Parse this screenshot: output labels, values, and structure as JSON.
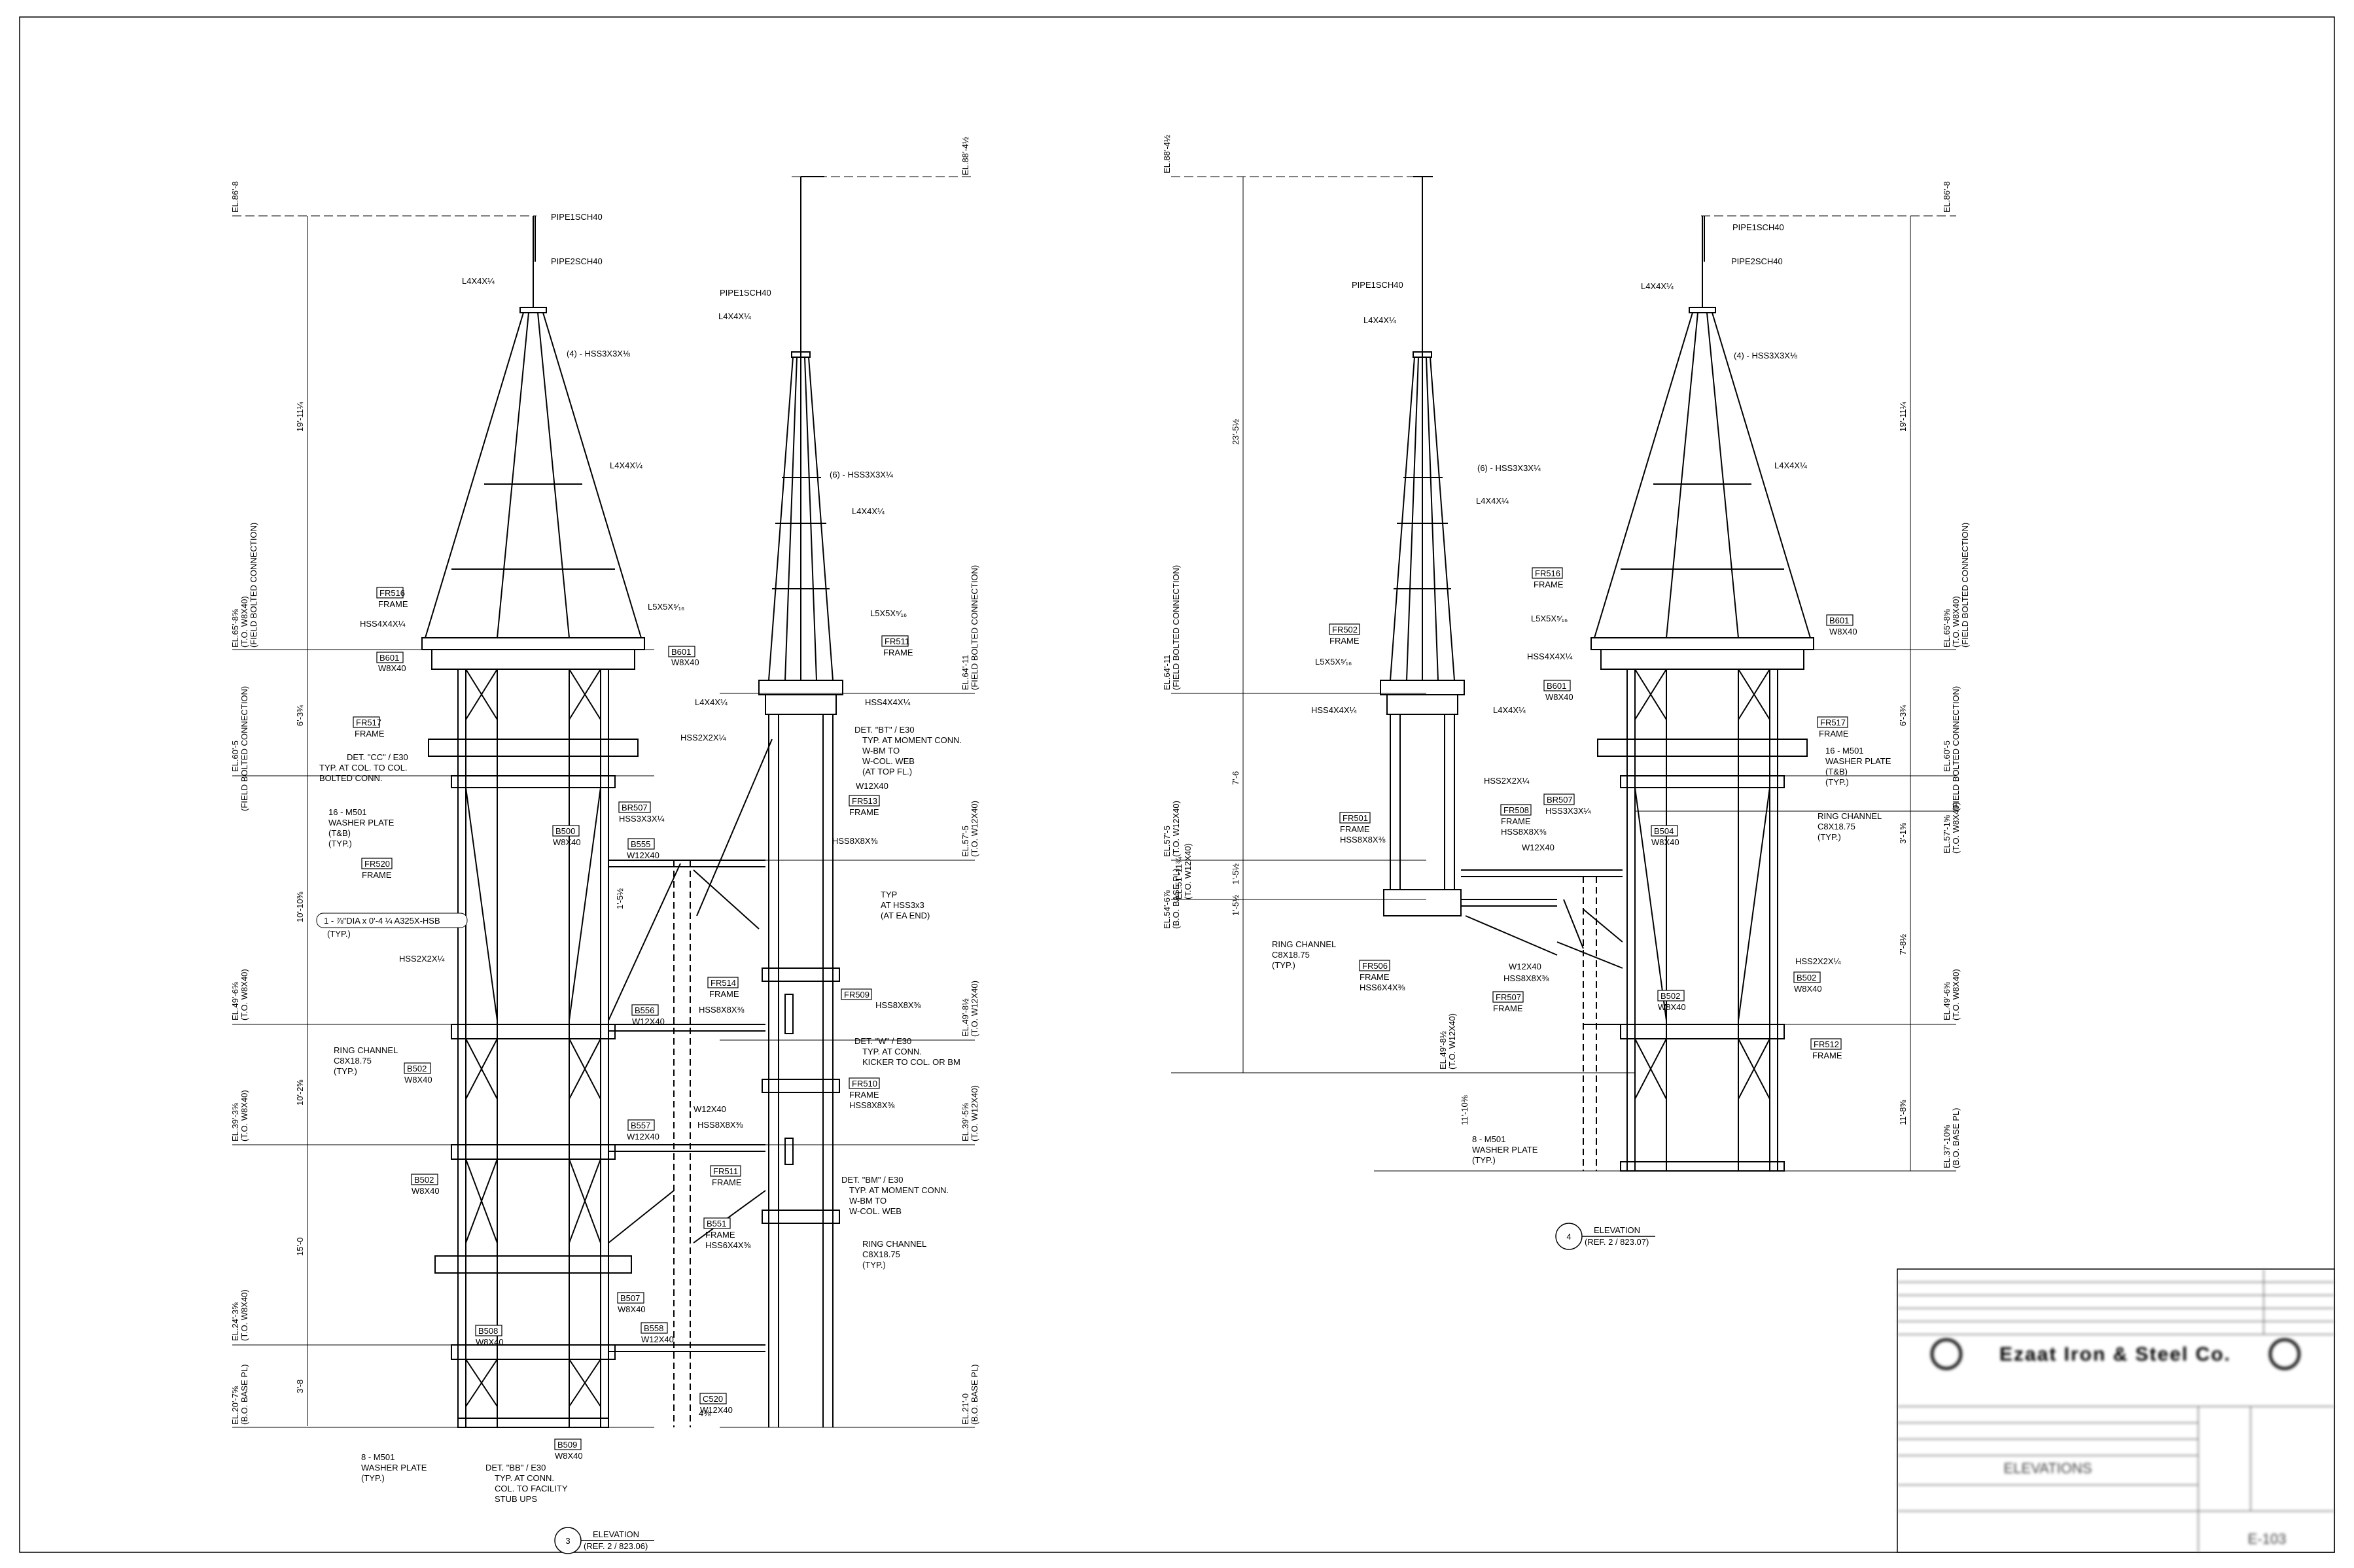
{
  "drawing": {
    "elevation3": {
      "number": "3",
      "title": "ELEVATION",
      "ref": "(REF. 2 / 823.06)",
      "elevations": [
        {
          "text": "EL.86'-8"
        },
        {
          "text": "EL.65'-8⅝",
          "sub": "(T.O. W8X40)",
          "sub2": "(FIELD BOLTED CONNECTION)"
        },
        {
          "text": "EL.60'-5",
          "sub": "(FIELD BOLTED CONNECTION)"
        },
        {
          "text": "EL.49'-6⅝",
          "sub": "(T.O. W8X40)"
        },
        {
          "text": "EL.39'-3⅝",
          "sub": "(T.O. W8X40)"
        },
        {
          "text": "EL.24'-3⅝",
          "sub": "(T.O. W8X40)"
        },
        {
          "text": "EL.20'-7⅝",
          "sub": "(B.O. BASE PL)"
        }
      ],
      "right_elevations": [
        {
          "text": "EL.88'-4½"
        },
        {
          "text": "EL.64'-11",
          "sub": "(FIELD BOLTED CONNECTION)"
        },
        {
          "text": "EL.57'-5",
          "sub": "(T.O. W12X40)"
        },
        {
          "text": "EL.49'-8½",
          "sub": "(T.O. W12X40)"
        },
        {
          "text": "EL.39'-5⅝",
          "sub": "(T.O. W12X40)"
        },
        {
          "text": "EL.21'-0",
          "sub": "(B.O. BASE PL)"
        }
      ],
      "dims": [
        "19'-11¼",
        "6'-3¾",
        "10'-10⅜",
        "10'-2⅝",
        "15'-0",
        "3'-8",
        "1'-5½",
        "4⅜"
      ],
      "labels": [
        "PIPE1SCH40",
        "PIPE2SCH40",
        "L4X4X¼",
        "(4) - HSS3X3X⅛",
        "L4X4X¼",
        "L5X5X⁵⁄₁₆",
        "FR516",
        "FRAME",
        "HSS4X4X¼",
        "B601",
        "W8X40",
        "B601",
        "W8X40",
        "FR517",
        "FRAME",
        "DET. \"CC\" / E30",
        "TYP. AT COL. TO COL.",
        "BOLTED CONN.",
        "16 - M501",
        "WASHER PLATE",
        "(T&B)",
        "(TYP.)",
        "FR520",
        "FRAME",
        "1 - ⅞\"DIA x 0'-4 ¼ A325X-HSB",
        "(TYP.)",
        "HSS2X2X¼",
        "RING CHANNEL",
        "C8X18.75",
        "(TYP.)",
        "B502",
        "W8X40",
        "B502",
        "W8X40",
        "8 - M501",
        "WASHER PLATE",
        "(TYP.)",
        "DET. \"BB\" / E30",
        "TYP. AT CONN.",
        "COL. TO FACILITY",
        "STUB UPS",
        "B500",
        "W8X40",
        "BR507",
        "HSS3X3X¼",
        "B555",
        "W12X40",
        "B556",
        "W12X40",
        "B557",
        "W12X40",
        "B558",
        "W12X40",
        "B507",
        "W8X40",
        "B508",
        "W8X40",
        "B509",
        "W8X40",
        "C520",
        "W12X40"
      ],
      "right_labels": [
        "PIPE1SCH40",
        "L4X4X¼",
        "(6) - HSS3X3X¼",
        "L4X4X¼",
        "L5X5X⁵⁄₁₆",
        "FR511",
        "FRAME",
        "L4X4X¼",
        "HSS4X4X¼",
        "HSS2X2X¼",
        "DET. \"BT\" / E30",
        "TYP. AT MOMENT CONN.",
        "W-BM TO",
        "W-COL. WEB",
        "(AT TOP FL.)",
        "W12X40",
        "FR513",
        "FRAME",
        "HSS8X8X⅜",
        "TYP",
        "AT HSS3x3",
        "(AT EA END)",
        "FR514",
        "FRAME",
        "HSS8X8X⅜",
        "FR509",
        "HSS8X8X⅜",
        "DET. \"W\" / E30",
        "TYP. AT CONN.",
        "KICKER TO COL. OR BM",
        "FR510",
        "FRAME",
        "HSS8X8X⅜",
        "W12X40",
        "HSS8X8X⅜",
        "FR511",
        "FRAME",
        "DET. \"BM\" / E30",
        "TYP. AT MOMENT CONN.",
        "W-BM TO",
        "W-COL. WEB",
        "B551",
        "FRAME",
        "HSS6X4X⅜",
        "RING CHANNEL",
        "C8X18.75",
        "(TYP.)"
      ]
    },
    "elevation4": {
      "number": "4",
      "title": "ELEVATION",
      "ref": "(REF. 2 / 823.07)",
      "elevations": [
        {
          "text": "EL.88'-4½"
        },
        {
          "text": "EL.64'-11",
          "sub": "(FIELD BOLTED CONNECTION)"
        },
        {
          "text": "EL.57'-5",
          "sub": "(T.O. W12X40)"
        },
        {
          "text": "EL.51'-11¾",
          "sub": "(T.O. W12X40)"
        },
        {
          "text": "EL.54'-6⅞",
          "sub": "(B.O. BASE PL)"
        },
        {
          "text": "EL.49'-8½",
          "sub": "(T.O. W12X40)"
        }
      ],
      "right_elevations": [
        {
          "text": "EL.86'-8"
        },
        {
          "text": "EL.65'-8⅝",
          "sub": "(T.O. W8X40)",
          "sub2": "(FIELD BOLTED CONNECTION)"
        },
        {
          "text": "EL.60'-5",
          "sub": "(FIELD BOLTED CONNECTION)"
        },
        {
          "text": "EL.57'-1⅝",
          "sub": "(T.O. W8X40)"
        },
        {
          "text": "EL.49'-6⅝",
          "sub": "(T.O. W8X40)"
        },
        {
          "text": "EL.37'-10⅝",
          "sub": "(B.O. BASE PL)"
        }
      ],
      "dims": [
        "23'-5½",
        "7'-6",
        "1'-5½",
        "1'-5½",
        "11'-10⅜",
        "19'-11¼",
        "6'-3¾",
        "3'-1⅝",
        "7'-8½",
        "11'-8⅝"
      ],
      "labels": [
        "PIPE1SCH40",
        "L4X4X¼",
        "(6) - HSS3X3X¼",
        "L4X4X¼",
        "FR502",
        "FRAME",
        "L5X5X⁵⁄₁₆",
        "HSS4X4X¼",
        "L4X4X¼",
        "HSS2X2X¼",
        "FR501",
        "FRAME",
        "HSS8X8X⅜",
        "FR508",
        "FRAME",
        "HSS8X8X⅜",
        "BR507",
        "HSS3X3X¼",
        "W12X40",
        "RING CHANNEL",
        "C8X18.75",
        "(TYP.)",
        "FR506",
        "FRAME",
        "HSS6X4X⅜",
        "W12X40",
        "HSS8X8X⅜",
        "FR507",
        "FRAME",
        "8 - M501",
        "WASHER PLATE",
        "(TYP.)"
      ],
      "right_labels": [
        "PIPE1SCH40",
        "PIPE2SCH40",
        "L4X4X¼",
        "(4) - HSS3X3X⅛",
        "L4X4X¼",
        "FR516",
        "FRAME",
        "L5X5X⁵⁄₁₆",
        "B601",
        "W8X40",
        "HSS4X4X¼",
        "B601",
        "W8X40",
        "FR517",
        "FRAME",
        "16 - M501",
        "WASHER PLATE",
        "(T&B)",
        "(TYP.)",
        "RING CHANNEL",
        "C8X18.75",
        "(TYP.)",
        "B504",
        "W8X40",
        "HSS2X2X¼",
        "B502",
        "W8X40",
        "B502",
        "W8X40",
        "FR512",
        "FRAME"
      ]
    }
  },
  "title_block": {
    "company": "Ezaat Iron & Steel Co.",
    "drawing_title": "ELEVATIONS",
    "sheet_no": "E-103"
  }
}
